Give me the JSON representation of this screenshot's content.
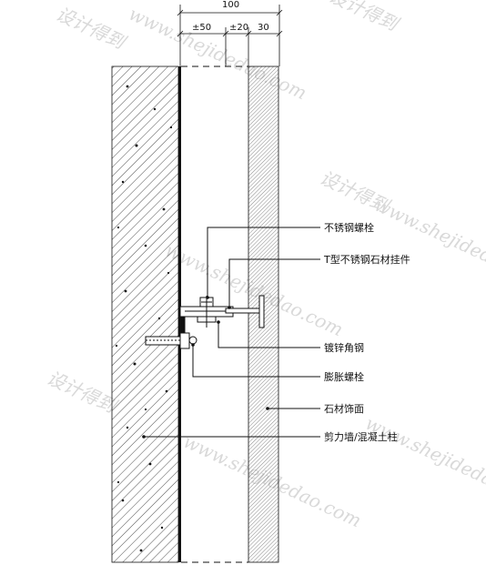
{
  "dimensions": {
    "total": "100",
    "gap": "±50",
    "tolerance": "±20",
    "stone": "30"
  },
  "labels": {
    "stainless_bolt": "不锈钢螺栓",
    "t_hanger": "T型不锈钢石材挂件",
    "galvanized_angle": "镀锌角钢",
    "expansion_bolt": "膨胀螺栓",
    "stone_facing": "石材饰面",
    "shear_wall": "剪力墙/混凝土柱"
  },
  "watermark": {
    "cn": "设计得到",
    "url": "www.shejidedao.com"
  },
  "colors": {
    "line": "#111111",
    "watermark": "#d9d9d9"
  }
}
